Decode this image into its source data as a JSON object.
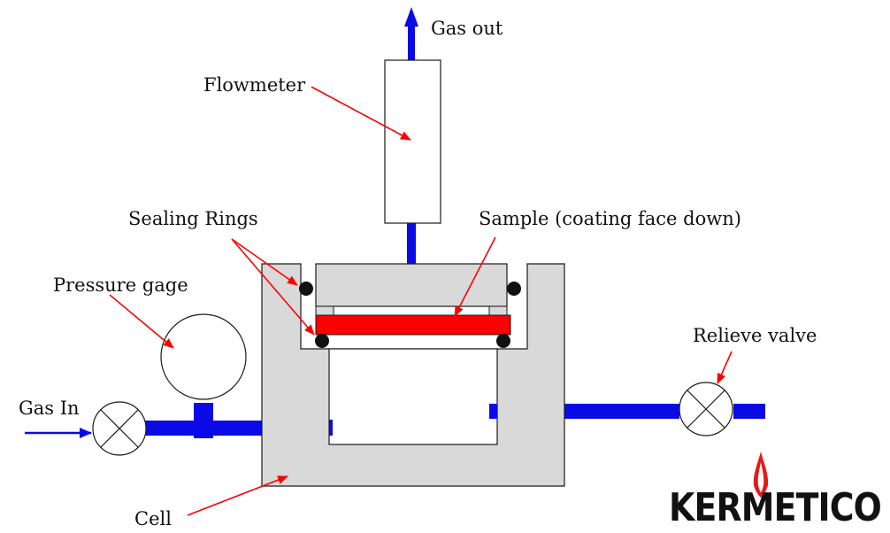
{
  "labels": {
    "gas_out": "Gas out",
    "flowmeter": "Flowmeter",
    "sealing_rings": "Sealing Rings",
    "sample": "Sample (coating face down)",
    "pressure_gage": "Pressure gage",
    "gas_in": "Gas In",
    "relieve_valve": "Relieve valve",
    "cell": "Cell"
  },
  "logo": {
    "text": "KERMETICO"
  },
  "colors": {
    "pipe": "#0a0ae6",
    "arrow": "#ff0000",
    "sample": "#ff0000",
    "cell_fill": "#d9d9d9",
    "outline": "#1a1a1a"
  }
}
